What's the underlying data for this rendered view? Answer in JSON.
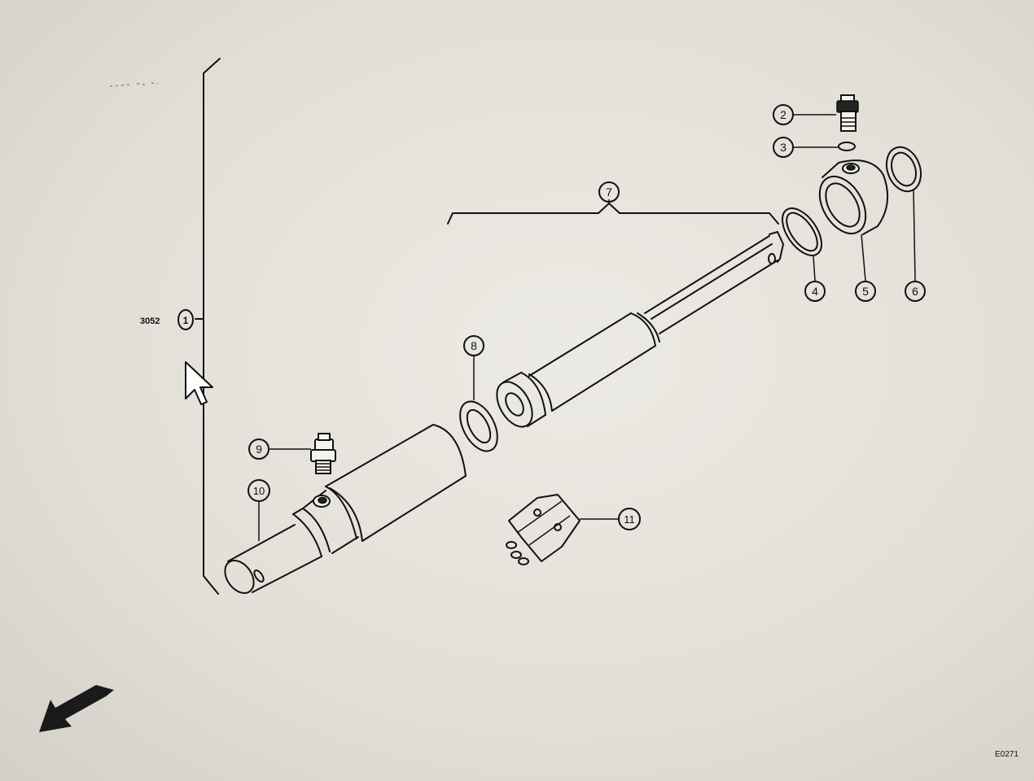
{
  "diagram": {
    "group_reference": "3052",
    "group_reference_callout": "1",
    "callouts": [
      {
        "id": "c2",
        "label": "2"
      },
      {
        "id": "c3",
        "label": "3"
      },
      {
        "id": "c4",
        "label": "4"
      },
      {
        "id": "c5",
        "label": "5"
      },
      {
        "id": "c6",
        "label": "6"
      },
      {
        "id": "c7",
        "label": "7"
      },
      {
        "id": "c8",
        "label": "8"
      },
      {
        "id": "c9",
        "label": "9"
      },
      {
        "id": "c10",
        "label": "10"
      },
      {
        "id": "c11",
        "label": "11"
      }
    ],
    "figure_code": "E0271",
    "line_color": "#111111",
    "paper_color": "#e8e6e0"
  }
}
